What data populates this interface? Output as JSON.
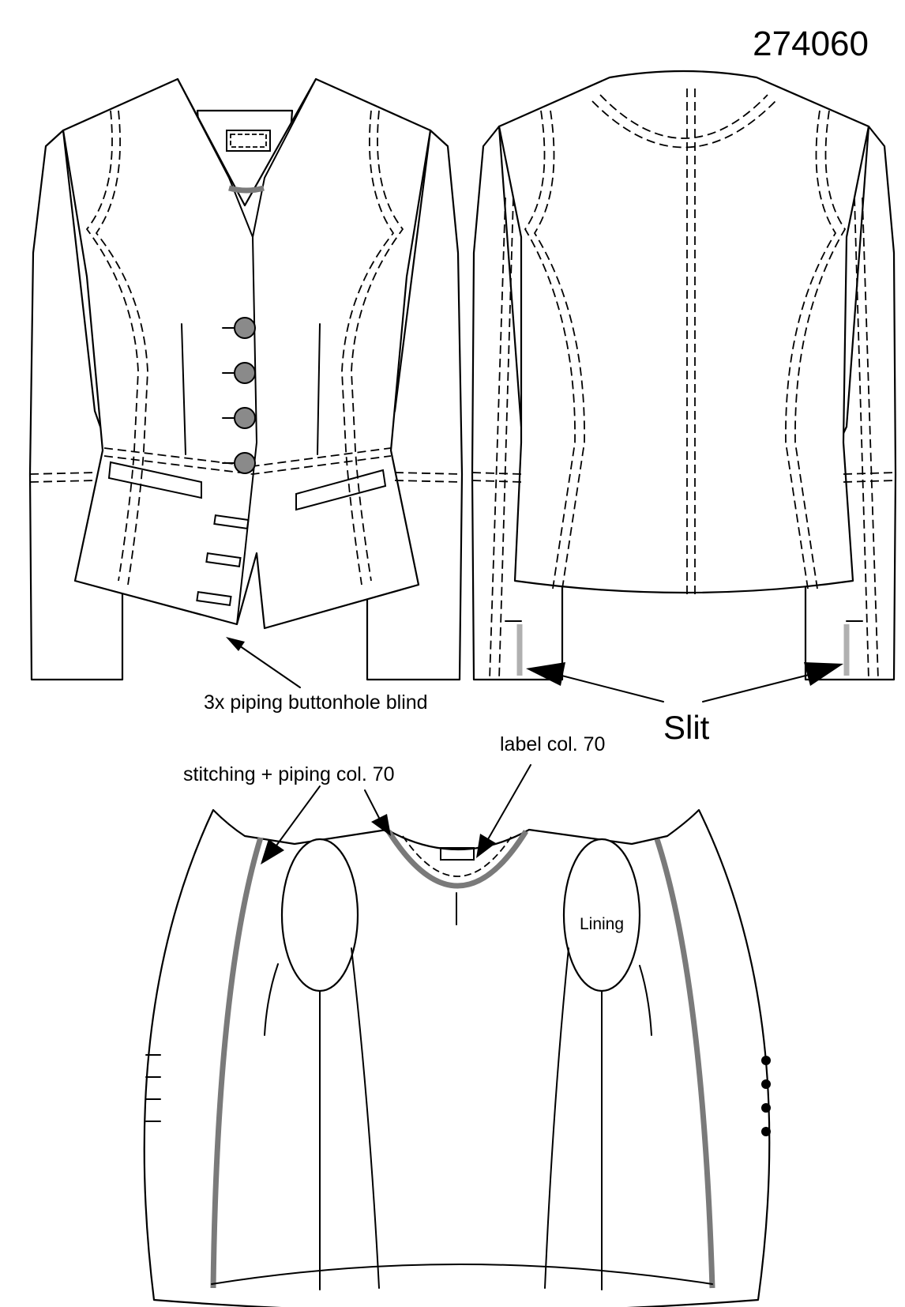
{
  "style_number": "274060",
  "annotations": {
    "buttonhole": "3x piping buttonhole blind",
    "slit": "Slit",
    "label": "label col. 70",
    "stitching": "stitching + piping col. 70",
    "lining": "Lining"
  },
  "colors": {
    "outline": "#000000",
    "piping": "#7a7a7a",
    "slit_marker": "#b0b0b0",
    "button_fill": "#8a8a8a",
    "background": "#ffffff"
  },
  "counts": {
    "front_buttons": 4,
    "blind_buttonholes": 3,
    "sleeve_buttons": 4,
    "sleeve_dashes": 4
  }
}
